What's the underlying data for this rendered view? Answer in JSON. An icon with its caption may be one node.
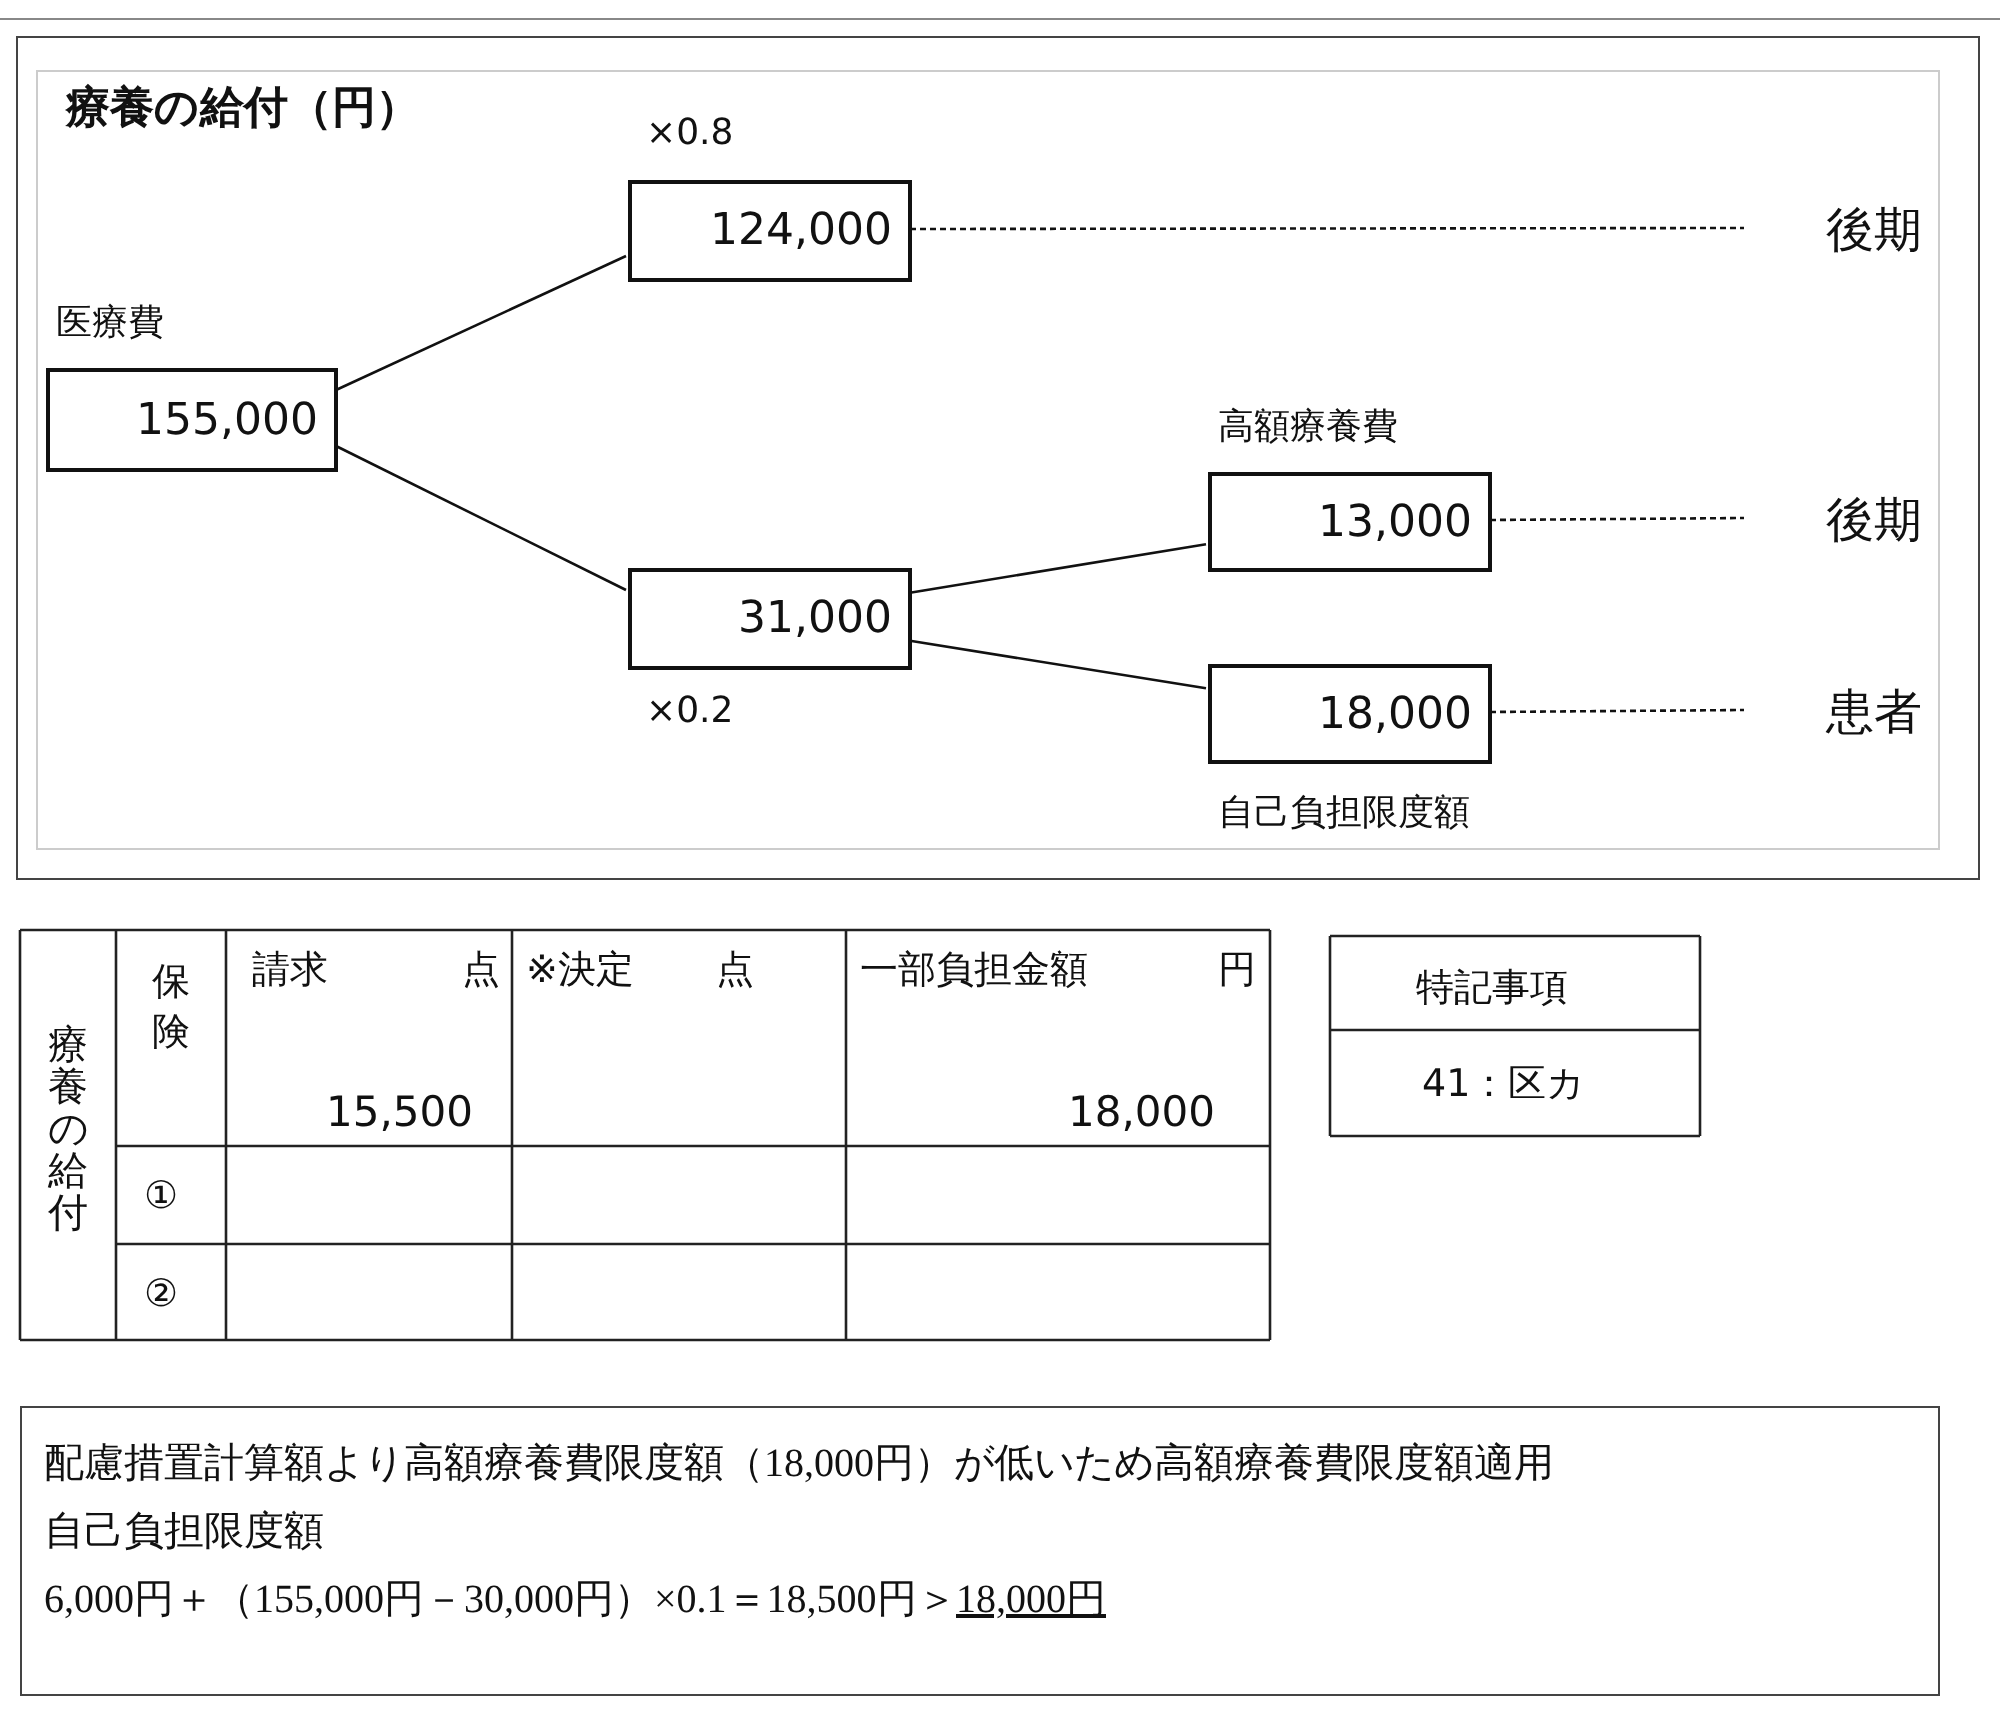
{
  "diagram": {
    "nodes": [
      {
        "text": [
          "療養の給付（円）"
        ]
      },
      {
        "text": [
          "155,000"
        ],
        "beside": [
          "医療費"
        ],
        "in": 0
      },
      {
        "text": [
          "124,000"
        ],
        "beside": [
          "×0.8"
        ],
        "in": 0
      },
      {
        "text": [
          "31,000"
        ],
        "beside": [
          "×0.2"
        ],
        "in": 0
      },
      {
        "text": [
          "13,000"
        ],
        "beside": [
          "高額療養費"
        ],
        "in": 0
      },
      {
        "text": [
          "18,000"
        ],
        "beside": [
          "自己負担限度額"
        ],
        "in": 0
      },
      {
        "text": [
          "後期"
        ],
        "in": 0
      },
      {
        "text": [
          "後期"
        ],
        "in": 0
      },
      {
        "text": [
          "患者"
        ],
        "in": 0
      }
    ],
    "edges": [
      {
        "from": 1,
        "to": 2,
        "arrow": "none"
      },
      {
        "from": 1,
        "to": 3,
        "arrow": "none"
      },
      {
        "from": 3,
        "to": 4,
        "arrow": "none"
      },
      {
        "from": 3,
        "to": 5,
        "arrow": "none"
      },
      {
        "from": 2,
        "to": 6,
        "arrow": "none",
        "style": "dashed"
      },
      {
        "from": 4,
        "to": 7,
        "arrow": "none",
        "style": "dashed"
      },
      {
        "from": 5,
        "to": 8,
        "arrow": "none",
        "style": "dashed"
      }
    ],
    "labels": [
      "療養の給付",
      "保険",
      "請求",
      "点",
      "※決定",
      "点",
      "一部負担金額",
      "円",
      "15,500",
      "18,000",
      "①",
      "②",
      "特記事項",
      "41：区カ",
      "配慮措置計算額より高額療養費限度額（18,000円）が低いため高額療養費限度額適用",
      "自己負担限度額",
      "6,000円＋（155,000円－30,000円）×0.1＝18,500円＞",
      "18,000円"
    ]
  }
}
